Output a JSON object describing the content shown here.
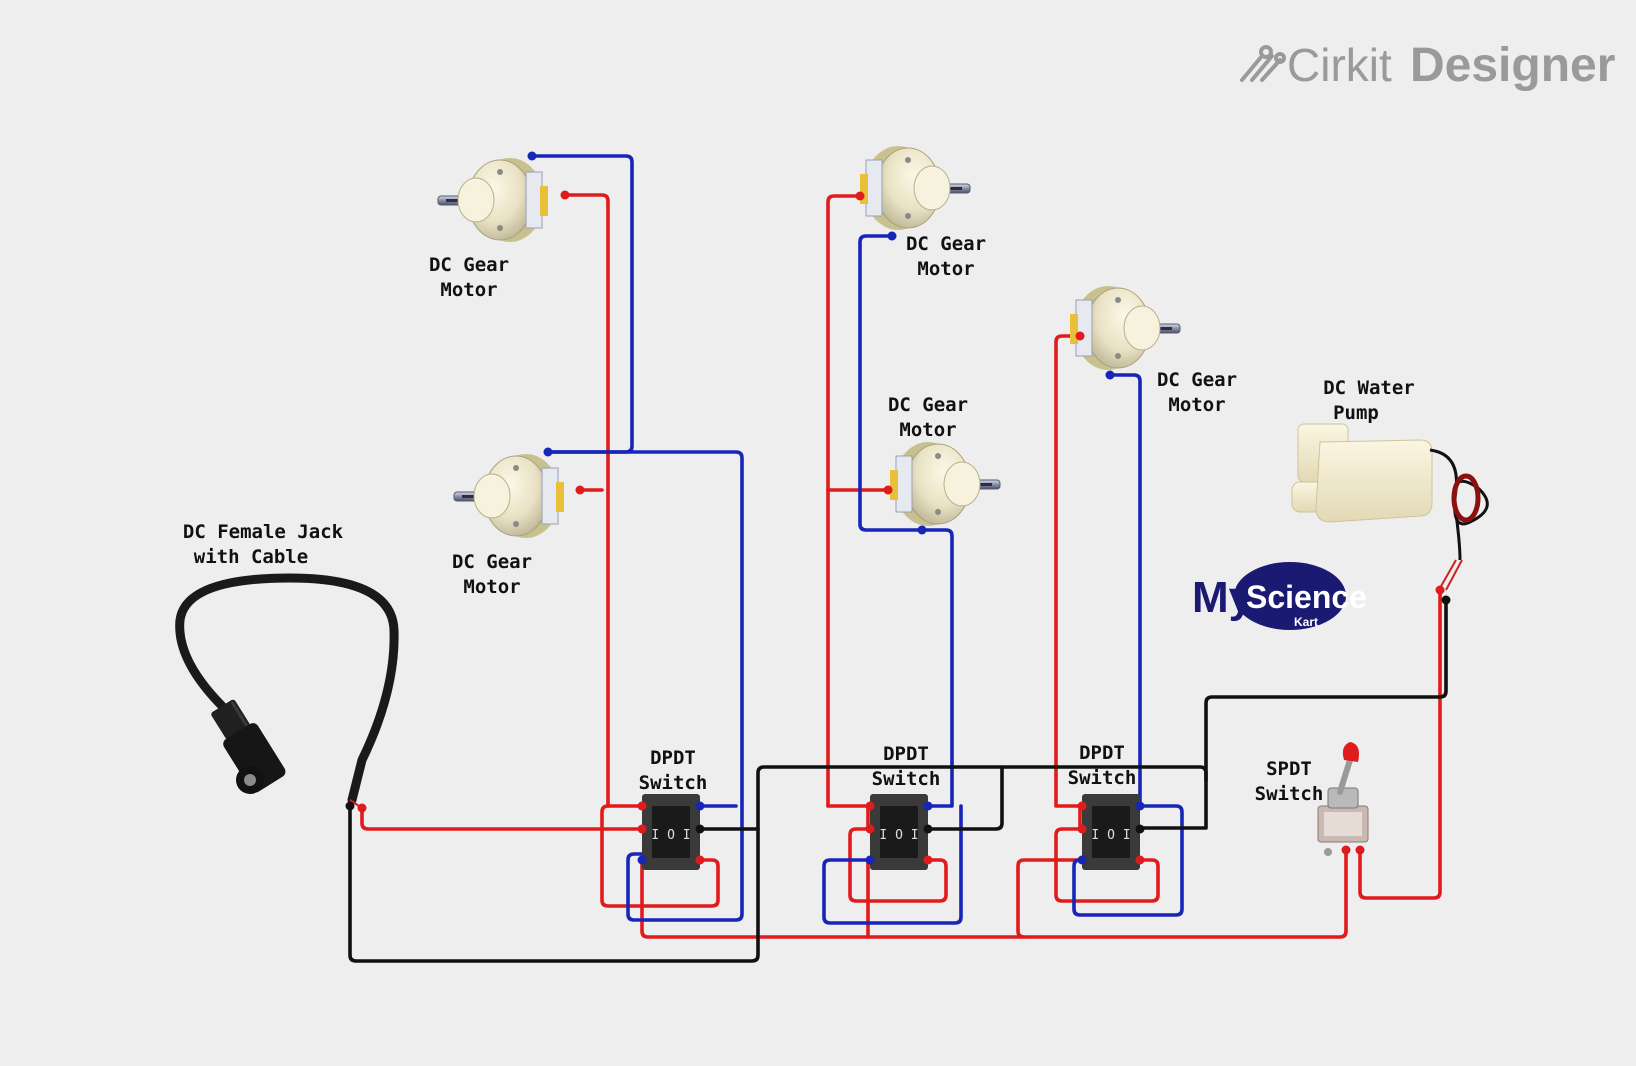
{
  "brand": {
    "part1": "Cirkit",
    "part2": "Designer"
  },
  "logo": {
    "line1": "My",
    "line2": "Science",
    "line3": "Kart"
  },
  "components": {
    "motor1": {
      "line1": "DC Gear",
      "line2": "Motor"
    },
    "motor2": {
      "line1": "DC Gear",
      "line2": "Motor"
    },
    "motor3": {
      "line1": "DC Gear",
      "line2": "Motor"
    },
    "motor4": {
      "line1": "DC Gear",
      "line2": "Motor"
    },
    "motor5": {
      "line1": "DC Gear",
      "line2": "Motor"
    },
    "pump": {
      "line1": "DC Water",
      "line2": "Pump"
    },
    "jack": {
      "line1": "DC Female Jack",
      "line2": "with Cable"
    },
    "dpdt1": {
      "line1": "DPDT",
      "line2": "Switch"
    },
    "dpdt2": {
      "line1": "DPDT",
      "line2": "Switch"
    },
    "dpdt3": {
      "line1": "DPDT",
      "line2": "Switch"
    },
    "spdt": {
      "line1": "SPDT",
      "line2": "Switch"
    }
  },
  "colors": {
    "red": "#e11b1b",
    "blue": "#1726b8",
    "black": "#111111",
    "background": "#eeeeee"
  }
}
